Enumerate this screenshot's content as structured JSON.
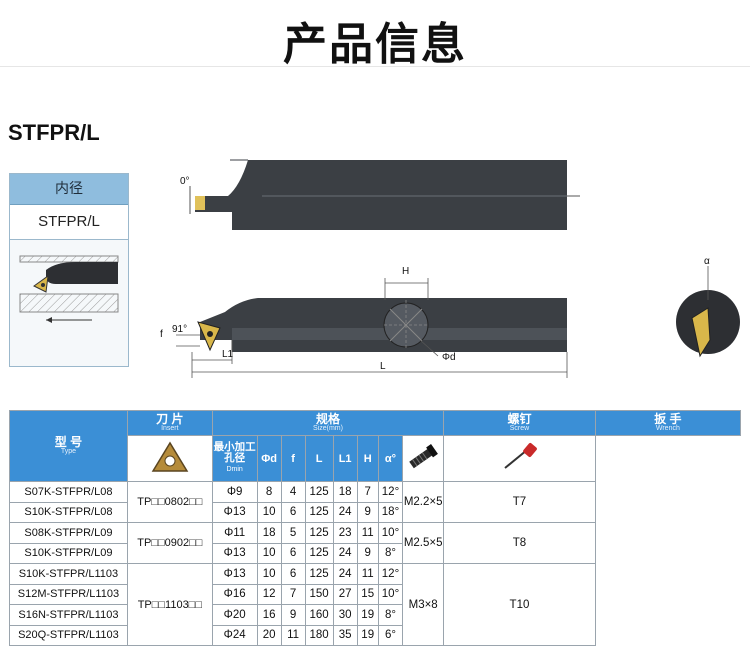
{
  "page_title": "产品信息",
  "model_heading": "STFPR/L",
  "side_panel": {
    "header": "内径",
    "value": "STFPR/L"
  },
  "diagram_labels": {
    "clearance_angle": "0°",
    "height": "H",
    "lead_angle": "91°",
    "f": "f",
    "l1": "L1",
    "length": "L",
    "diameter": "Φd",
    "alpha": "α"
  },
  "table": {
    "headers": {
      "type": "型 号",
      "type_en": "Type",
      "insert": "刀 片",
      "insert_en": "Insert",
      "specs": "规格",
      "specs_en": "Size(mm)",
      "screw": "螺钉",
      "screw_en": "Screw",
      "wrench": "扳 手",
      "wrench_en": "Wrench"
    },
    "sub_headers": {
      "dmin": "最小加工孔径",
      "dmin_en": "Dmin",
      "phid": "Φd",
      "f": "f",
      "L": "L",
      "L1": "L1",
      "H": "H",
      "alpha": "α°"
    },
    "rows": [
      {
        "type": "S07K-STFPR/L08",
        "dmin": "Φ9",
        "phid": "8",
        "f": "4",
        "L": "125",
        "L1": "18",
        "H": "7",
        "alpha": "12°"
      },
      {
        "type": "S10K-STFPR/L08",
        "dmin": "Φ13",
        "phid": "10",
        "f": "6",
        "L": "125",
        "L1": "24",
        "H": "9",
        "alpha": "18°"
      },
      {
        "type": "S08K-STFPR/L09",
        "dmin": "Φ11",
        "phid": "18",
        "f": "5",
        "L": "125",
        "L1": "23",
        "H": "11",
        "alpha": "10°"
      },
      {
        "type": "S10K-STFPR/L09",
        "dmin": "Φ13",
        "phid": "10",
        "f": "6",
        "L": "125",
        "L1": "24",
        "H": "9",
        "alpha": "8°"
      },
      {
        "type": "S10K-STFPR/L1103",
        "dmin": "Φ13",
        "phid": "10",
        "f": "6",
        "L": "125",
        "L1": "24",
        "H": "11",
        "alpha": "12°"
      },
      {
        "type": "S12M-STFPR/L1103",
        "dmin": "Φ16",
        "phid": "12",
        "f": "7",
        "L": "150",
        "L1": "27",
        "H": "15",
        "alpha": "10°"
      },
      {
        "type": "S16N-STFPR/L1103",
        "dmin": "Φ20",
        "phid": "16",
        "f": "9",
        "L": "160",
        "L1": "30",
        "H": "19",
        "alpha": "8°"
      },
      {
        "type": "S20Q-STFPR/L1103",
        "dmin": "Φ24",
        "phid": "20",
        "f": "11",
        "L": "180",
        "L1": "35",
        "H": "19",
        "alpha": "6°"
      }
    ],
    "groups": [
      {
        "insert": "TP□□0802□□",
        "screw": "M2.2×5",
        "wrench": "T7"
      },
      {
        "insert": "TP□□0902□□",
        "screw": "M2.5×5",
        "wrench": "T8"
      },
      {
        "insert": "TP□□1103□□",
        "screw": "M3×8",
        "wrench": "T10"
      }
    ]
  }
}
